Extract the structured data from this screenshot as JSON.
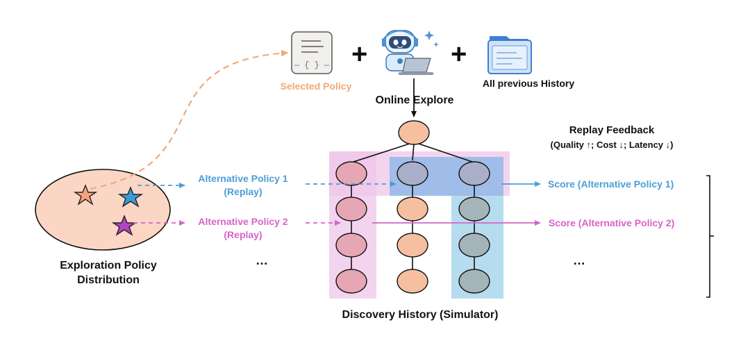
{
  "top": {
    "selected_policy": "Selected Policy",
    "online_explore": "Online Explore",
    "all_history": "All previous History",
    "plus": "+",
    "doc_icon_text": "— { } —"
  },
  "left": {
    "distribution_line1": "Exploration Policy",
    "distribution_line2": "Distribution",
    "ellipsis": "…"
  },
  "policies": {
    "alt1_line1": "Alternative Policy 1",
    "alt1_line2": "(Replay)",
    "alt2_line1": "Alternative Policy 2",
    "alt2_line2": "(Replay)"
  },
  "right": {
    "feedback_title": "Replay Feedback",
    "feedback_sub": "(Quality ↑; Cost ↓; Latency ↓)",
    "score1": "Score (Alternative Policy 1)",
    "score2": "Score (Alternative Policy 2)",
    "ellipsis": "…"
  },
  "bottom": {
    "history_label": "Discovery History (Simulator)"
  },
  "colors": {
    "orange": "#f1a97a",
    "node_orange": "#f6c0a0",
    "node_pink": "#e7a6b4",
    "node_purple": "#a9afc9",
    "node_teal": "#a4b4b8",
    "pink_region": "#efc6e9",
    "blue_region": "#9fc4ea",
    "teal_region": "#a9d7ec",
    "blue_text": "#4a9ed8",
    "magenta_text": "#d663c9",
    "ellipse_fill": "#fbd6c4",
    "star_orange": "#f4a47c",
    "star_blue": "#3b9ad8",
    "star_magenta": "#b445c0"
  },
  "icons": [
    "document-icon",
    "robot-with-laptop-icon",
    "folder-window-icon",
    "star-icon"
  ]
}
